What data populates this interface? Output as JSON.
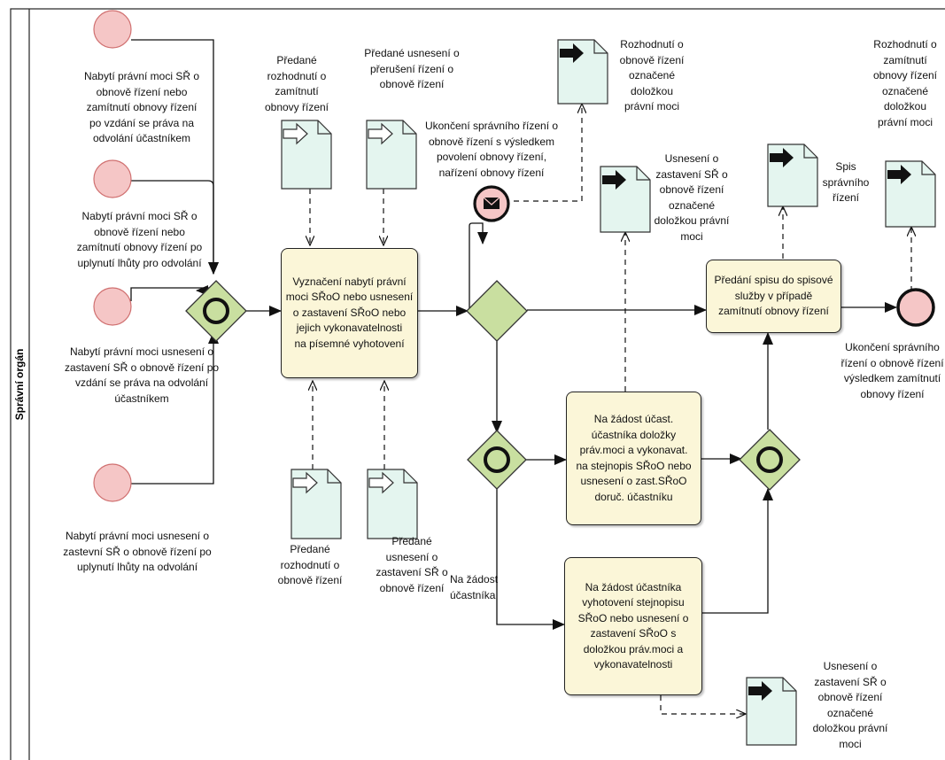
{
  "colors": {
    "event_fill": "#f5c6c6",
    "gateway_fill": "#c9dfa0",
    "task_fill": "#fbf6d8",
    "document_fill": "#e4f5ef",
    "line": "#222222"
  },
  "lane": {
    "label": "Správní orgán"
  },
  "start_events": [
    {
      "label": "Nabytí právní moci SŘ o\nobnově řízení nebo\nzamítnutí obnovy řízení\npo vzdání se práva na\nodvolání účastníkem"
    },
    {
      "label": "Nabytí právní moci SŘ o\nobnově řízení nebo\nzamítnutí obnovy řízení po\nuplynutí lhůty pro odvolání"
    },
    {
      "label": "Nabytí právní moci usnesení o\nzastavení SŘ o obnově řízení po\nvzdání se práva na odvolání\núčastníkem"
    },
    {
      "label": "Nabytí právní moci usnesení o\nzastevní SŘ o obnově řízení po\nuplynutí lhůty na odvolání"
    }
  ],
  "tasks": {
    "t1": "Vyznačení nabytí právní\nmoci SŘoO nebo usnesení\no zastavení SŘoO nebo\njejich vykonavatelnosti\nna písemné vyhotovení",
    "t2": "Předání spisu do spisové\nslužby v případě\nzamítnutí obnovy řízení",
    "t3": "Na žádost účast.\núčastníka doložky\npráv.moci a vykonavat.\nna stejnopis SŘoO nebo\nusnesení o zast.SŘoO\ndoruč. účastníku",
    "t4": "Na žádost účastníka\nvyhotovení stejnopisu\nSŘoO nebo usnesení o\nzastavení SŘoO s\ndoložkou práv.moci a\nvykonavatelnosti"
  },
  "input_documents": {
    "d1": "Předané\nrozhodnutí o\nzamítnutí\nobnovy řízení",
    "d2": "Předané usnesení o\npřerušení řízení o\nobnově řízení",
    "d3": "Předané\nrozhodnutí o\nobnově řízení",
    "d4": "Předané\nusnesení o\nzastavení SŘ o\nobnově řízení"
  },
  "output_documents": {
    "o1": "Rozhodnutí o\nobnově řízení\noznačené\ndoložkou\nprávní moci",
    "o2": "Usnesení o\nzastavení SŘ o\nobnově řízení\noznačené\ndoložkou právní\nmoci",
    "o3": "Spis\nsprávního\nřízení",
    "o4": "Rozhodnutí o\nzamítnutí\nobnovy řízení\noznačené\ndoložkou\nprávní moci",
    "o5": "Usnesení o\nzastavení SŘ o\nobnově řízení\noznačené\ndoložkou právní\nmoci"
  },
  "message_event": "Ukončení správního řízení o\nobnově řízení s výsledkem\npovolení obnovy řízení,\nnařízení obnovy řízení",
  "end_event": "Ukončení správního\nřízení o obnově řízení\nvýsledkem zamítnutí\nobnovy řízení",
  "flow_label": "Na žádost\núčastníka"
}
